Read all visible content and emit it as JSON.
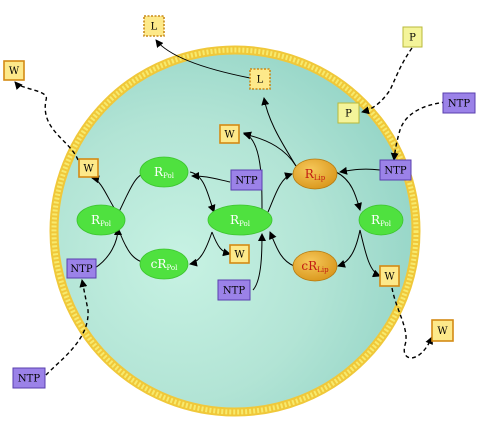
{
  "colors": {
    "cell_fill": "#b8e8d6",
    "cell_rim": "#f2e35a",
    "cell_rim_outer": "#f0c83a",
    "pol_fill": "#4fe13f",
    "pol_text": "#ffffff",
    "lip_fill": "#e2a51f",
    "lip_text": "#c21a12",
    "w_fill": "#fde98a",
    "w_border": "#d48a14",
    "ntp_fill": "#9b82e8",
    "ntp_border": "#5a3fae",
    "p_fill": "#f4f49a",
    "p_border": "#b9b93a",
    "l_border": "#c98a1a",
    "arrow": "#000000"
  },
  "ellipses": [
    {
      "id": "rpol-left",
      "main": "R",
      "sub": "Pol",
      "kind": "pol"
    },
    {
      "id": "rpol-top",
      "main": "R",
      "sub": "Pol",
      "kind": "pol"
    },
    {
      "id": "crpol-bottom",
      "main": "cR",
      "sub": "Pol",
      "kind": "pol"
    },
    {
      "id": "rpol-center",
      "main": "R",
      "sub": "Pol",
      "kind": "pol"
    },
    {
      "id": "rlip-top",
      "main": "R",
      "sub": "Lip",
      "kind": "lip"
    },
    {
      "id": "crlip-bottom",
      "main": "cR",
      "sub": "Lip",
      "kind": "lip"
    },
    {
      "id": "rpol-right",
      "main": "R",
      "sub": "Pol",
      "kind": "pol"
    }
  ],
  "boxes": [
    {
      "id": "w-left-inner",
      "label": "W",
      "kind": "w"
    },
    {
      "id": "w-left-outer",
      "label": "W",
      "kind": "w"
    },
    {
      "id": "ntp-left-inner",
      "label": "NTP",
      "kind": "ntp"
    },
    {
      "id": "ntp-left-outer",
      "label": "NTP",
      "kind": "ntp"
    },
    {
      "id": "ntp-center",
      "label": "NTP",
      "kind": "ntp"
    },
    {
      "id": "w-center",
      "label": "W",
      "kind": "w"
    },
    {
      "id": "ntp-bottom-center",
      "label": "NTP",
      "kind": "ntp"
    },
    {
      "id": "w-top-center",
      "label": "W",
      "kind": "w"
    },
    {
      "id": "ntp-right-inner",
      "label": "NTP",
      "kind": "ntp"
    },
    {
      "id": "ntp-right-outer",
      "label": "NTP",
      "kind": "ntp"
    },
    {
      "id": "w-right-inner",
      "label": "W",
      "kind": "w"
    },
    {
      "id": "w-right-outer",
      "label": "W",
      "kind": "w"
    },
    {
      "id": "l-inner",
      "label": "L",
      "kind": "l"
    },
    {
      "id": "l-outer",
      "label": "L",
      "kind": "l"
    },
    {
      "id": "p-inner",
      "label": "P",
      "kind": "p"
    },
    {
      "id": "p-outer",
      "label": "P",
      "kind": "p"
    }
  ]
}
